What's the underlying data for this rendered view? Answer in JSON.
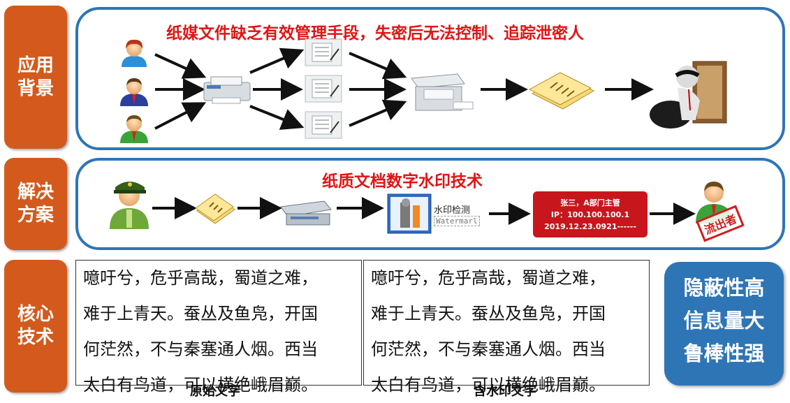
{
  "sections": {
    "background_label": "应用背景",
    "solution_label": "解决方案",
    "core_label": "核心技术"
  },
  "background": {
    "title": "纸媒文件缺乏有效管理手段，失密后无法控制、追踪泄密人"
  },
  "solution": {
    "title": "纸质文档数字水印技术",
    "watermark_tool_text": "水印检测",
    "watermark_tool_subtext": "Watermarl",
    "info_card": {
      "line1": "张三，A部门主管",
      "line2": "IP：100.100.100.1",
      "line3": "2019.12.23.0921------"
    },
    "stamp_text": "流出者"
  },
  "core": {
    "original_lines": [
      "噫吁兮，危乎高哉，蜀道之难，",
      "难于上青天。蚕丛及鱼凫，开国",
      "何茫然，不与秦塞通人烟。西当",
      "太白有鸟道，可以横绝峨眉巅。"
    ],
    "watermarked_lines": [
      "噫吁兮，危乎高哉，蜀道之难，",
      "难于上青天。蚕丛及鱼凫，开国",
      "何茫然，不与秦塞通人烟。西当",
      "太白有鸟道，可以横绝峨眉巅。"
    ],
    "original_caption": "原始文字",
    "watermarked_caption": "含水印文字",
    "features": [
      "隐蔽性高",
      "信息量大",
      "鲁棒性强"
    ]
  },
  "colors": {
    "section_label_bg": "#d35a1c",
    "panel_border": "#2e75b6",
    "title_red": "#e11414",
    "feature_bg": "#2e75b6",
    "card_red": "#c8161d"
  }
}
